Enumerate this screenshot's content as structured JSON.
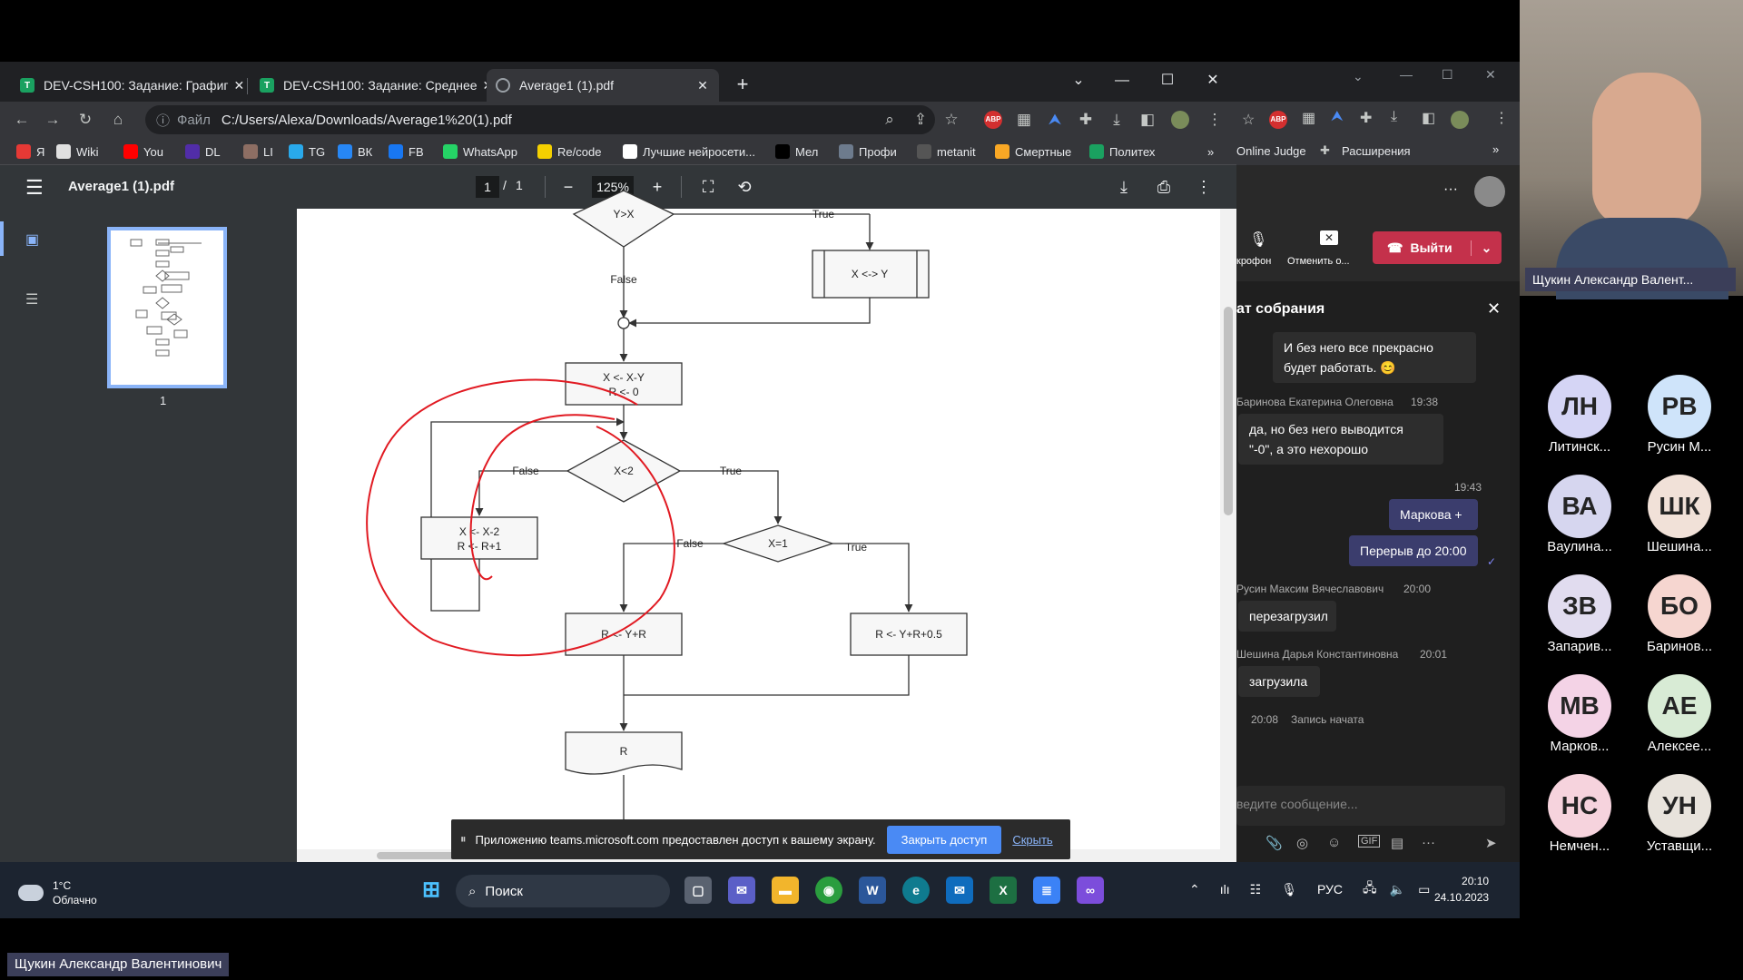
{
  "browser": {
    "tabs": [
      {
        "title": "DEV-CSH100: Задание: Графиг",
        "icon": "teams-app-icon"
      },
      {
        "title": "DEV-CSH100: Задание: Среднее",
        "icon": "teams-app-icon"
      },
      {
        "title": "Average1 (1).pdf",
        "icon": "globe-icon",
        "active": true
      }
    ],
    "address": {
      "scheme": "Файл",
      "url": "C:/Users/Alexa/Downloads/Average1%20(1).pdf"
    },
    "bookmarks": [
      {
        "label": "Я",
        "color": "#e53935"
      },
      {
        "label": "Wiki",
        "color": "#e0e0e0"
      },
      {
        "label": "You",
        "color": "#ff0000"
      },
      {
        "label": "DL",
        "color": "#512da8"
      },
      {
        "label": "LI",
        "color": "#8d6e63"
      },
      {
        "label": "TG",
        "color": "#29a9eb"
      },
      {
        "label": "ВК",
        "color": "#2787f5"
      },
      {
        "label": "FB",
        "color": "#1877f2"
      },
      {
        "label": "WhatsApp",
        "color": "#25d366"
      },
      {
        "label": "Re/code",
        "color": "#f4d000"
      },
      {
        "label": "Лучшие нейросети...",
        "color": "#ffffff"
      },
      {
        "label": "Мел",
        "color": "#000000"
      },
      {
        "label": "Профи",
        "color": "#6d7b8d"
      },
      {
        "label": "metanit",
        "color": "#555555"
      },
      {
        "label": "Смертные",
        "color": "#f9a825"
      },
      {
        "label": "Политех",
        "color": "#1aa160"
      }
    ]
  },
  "pdf": {
    "filename": "Average1 (1).pdf",
    "page_current": "1",
    "page_total": "1",
    "zoom": "125%",
    "thumb_page": "1",
    "flow": {
      "d1": "Y>X",
      "true1": "True",
      "false1": "False",
      "swap": "X <-> Y",
      "assign1": "X <- X-Y",
      "assign2": "R <- 0",
      "d2": "X<2",
      "false2": "False",
      "true2": "True",
      "loop1": "X <- X-2",
      "loop2": "R <- R+1",
      "d3": "X=1",
      "false3": "False",
      "true3": "True",
      "r1": "R <- Y+R",
      "r2": "R <- Y+R+0.5",
      "out": "R"
    }
  },
  "share_bar": {
    "message": "Приложению teams.microsoft.com предоставлен доступ к вашему экрану.",
    "stop": "Закрыть доступ",
    "hide": "Скрыть"
  },
  "taskbar": {
    "temp": "1°C",
    "weather": "Облачно",
    "search": "Поиск",
    "lang": "РУС",
    "time": "20:10",
    "date": "24.10.2023"
  },
  "teams": {
    "bookmarks": [
      "Online Judge",
      "Расширения"
    ],
    "mic_label": "крофон",
    "stop_label": "Отменить о...",
    "leave": "Выйти",
    "chat_title": "ат собрания",
    "messages": [
      {
        "text1": "И без него все прекрасно",
        "text2": "будет работать. 😊"
      },
      {
        "sender": "Баринова Екатерина Олеговна",
        "time": "19:38",
        "text1": "да, но без него выводится",
        "text2": "\"-0\", а это нехорошо"
      },
      {
        "time": "19:43"
      },
      {
        "text1": "Маркова +"
      },
      {
        "text1": "Перерыв до 20:00"
      },
      {
        "sender": "Русин Максим Вячеславович",
        "time": "20:00",
        "text1": "перезагрузил"
      },
      {
        "sender": "Шешина Дарья Константиновна",
        "time": "20:01",
        "text1": "загрузила"
      },
      {
        "time": "20:08",
        "text1": "Запись начата"
      }
    ],
    "input_placeholder": "ведите сообщение...",
    "presenter": "Щукин Александр Валент...",
    "participants": [
      {
        "initials": "ЛН",
        "name": "Литинск...",
        "color": "#d5d5f5"
      },
      {
        "initials": "РВ",
        "name": "Русин М...",
        "color": "#cfe4fa"
      },
      {
        "initials": "ВА",
        "name": "Ваулина...",
        "color": "#d6d6ef"
      },
      {
        "initials": "ШК",
        "name": "Шешина...",
        "color": "#f1e1d8"
      },
      {
        "initials": "ЗВ",
        "name": "Запарив...",
        "color": "#e1dcef"
      },
      {
        "initials": "БО",
        "name": "Баринов...",
        "color": "#f6d6d0"
      },
      {
        "initials": "МВ",
        "name": "Марков...",
        "color": "#f4d3e6"
      },
      {
        "initials": "АЕ",
        "name": "Алексее...",
        "color": "#d8ebd5"
      },
      {
        "initials": "НС",
        "name": "Немчен...",
        "color": "#f6d3dd"
      },
      {
        "initials": "УН",
        "name": "Уставщи...",
        "color": "#e8e3dc"
      }
    ]
  },
  "bottom_label": "Щукин Александр Валентинович"
}
